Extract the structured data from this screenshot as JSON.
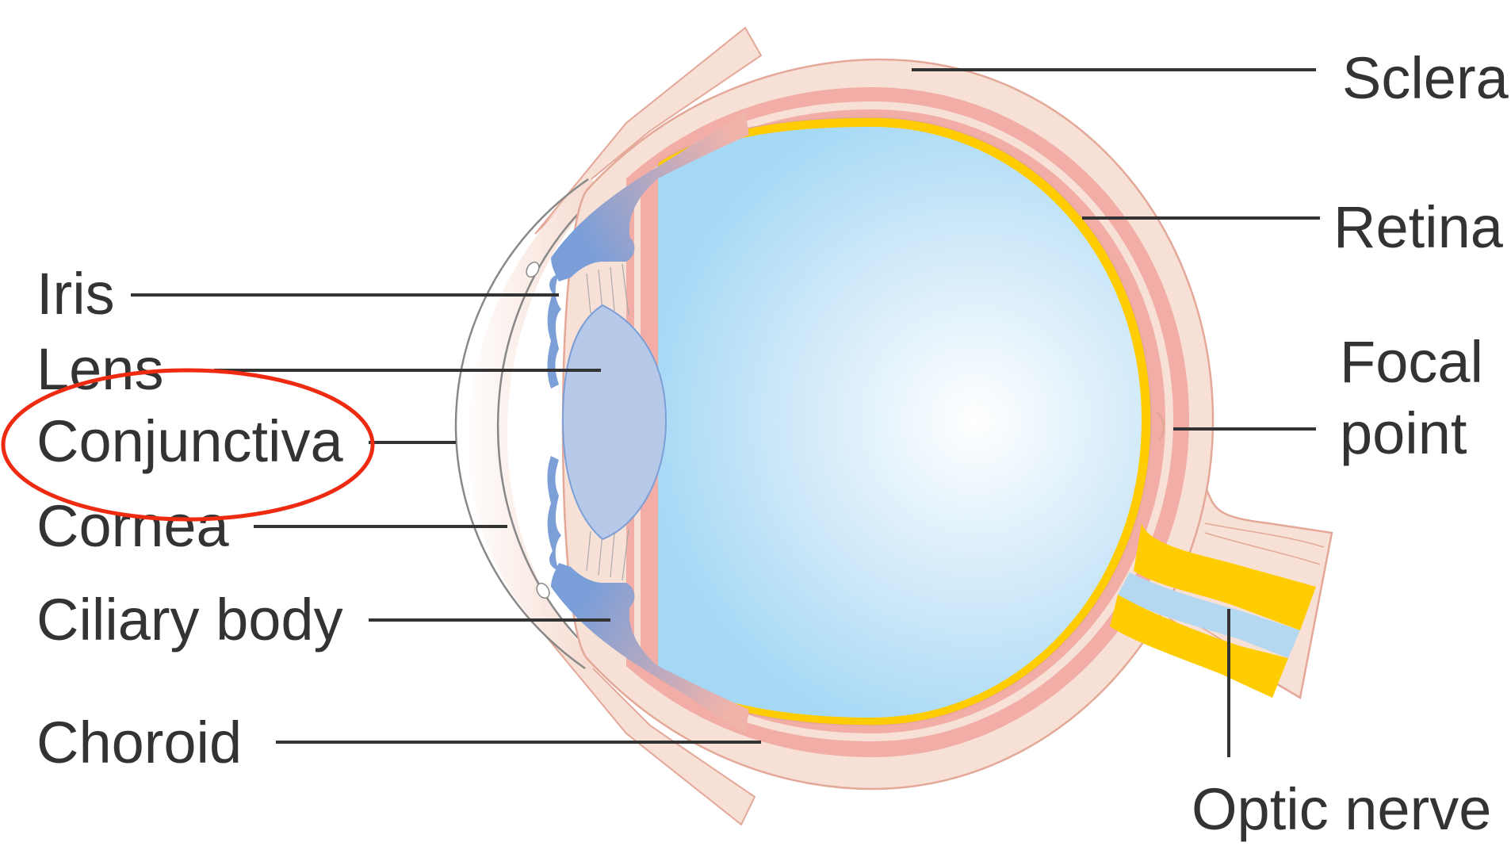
{
  "diagram": {
    "labels": {
      "iris": "Iris",
      "lens": "Lens",
      "conjunctiva": "Conjunctiva",
      "cornea": "Cornea",
      "ciliary_body": "Ciliary body",
      "choroid": "Choroid",
      "sclera": "Sclera",
      "retina": "Retina",
      "focal_point_line1": "Focal",
      "focal_point_line2": "point",
      "optic_nerve": "Optic nerve"
    },
    "highlighted_label": "Conjunctiva",
    "colors": {
      "label_text": "#333333",
      "leader_line": "#333333",
      "highlight_ellipse": "#ee2a10",
      "sclera": "#f7e0d6",
      "choroid": "#f2aea6",
      "retina": "#ffcc00",
      "vitreous": "#a8daf6",
      "lens": "#b7c9e9",
      "iris": "#7b9fd6"
    }
  }
}
